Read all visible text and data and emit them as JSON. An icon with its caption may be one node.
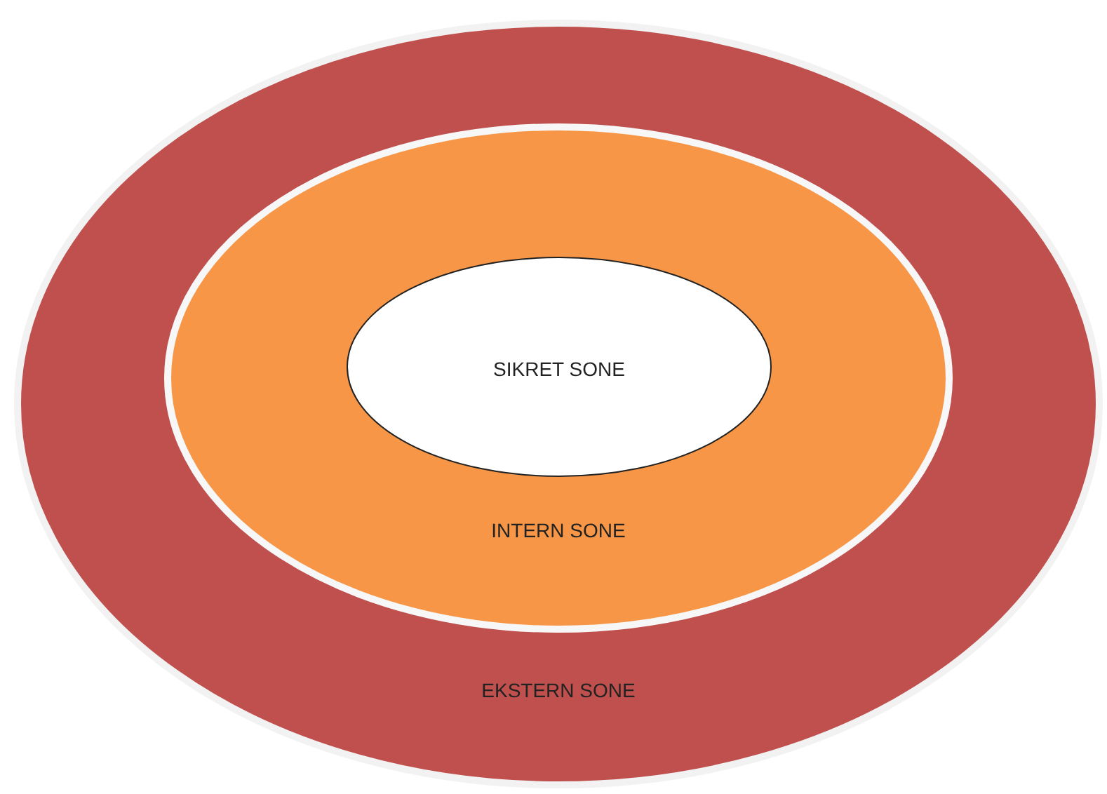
{
  "diagram": {
    "nodes": [
      {
        "text": [
          "EKSTERN SONE"
        ]
      },
      {
        "text": [
          "INTERN SONE"
        ],
        "in": 0
      },
      {
        "text": [
          "SIKRET SONE"
        ],
        "in": 1
      }
    ]
  }
}
